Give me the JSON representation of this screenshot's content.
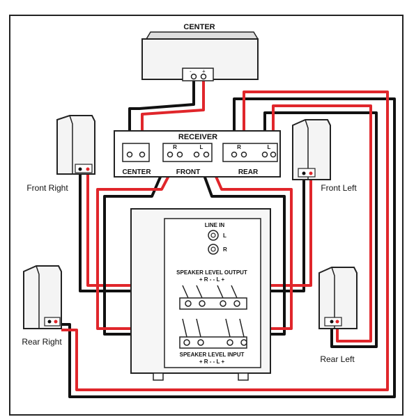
{
  "colors": {
    "wire_red": "#e0262b",
    "wire_black": "#111111",
    "outline": "#222222",
    "panel_fill": "#efefef",
    "speaker_fill": "#f4f4f4"
  },
  "labels": {
    "center": "CENTER",
    "receiver": "RECEIVER",
    "receiver_center": "CENTER",
    "receiver_front": "FRONT",
    "receiver_rear": "REAR",
    "front_right": "Front Right",
    "front_left": "Front Left",
    "rear_right": "Rear Right",
    "rear_left": "Rear Left",
    "line_in": "LINE IN",
    "line_in_l": "L",
    "line_in_r": "R",
    "speaker_level_output": "SPEAKER LEVEL OUTPUT",
    "speaker_level_input": "SPEAKER LEVEL INPUT",
    "output_polarity": "+ R -  - L +",
    "input_polarity": "+ R -  - L +",
    "terminal_minus": "-",
    "terminal_plus": "+",
    "front_r_terminal": "R",
    "front_l_terminal": "L",
    "rear_r_terminal": "R",
    "rear_l_terminal": "L"
  }
}
